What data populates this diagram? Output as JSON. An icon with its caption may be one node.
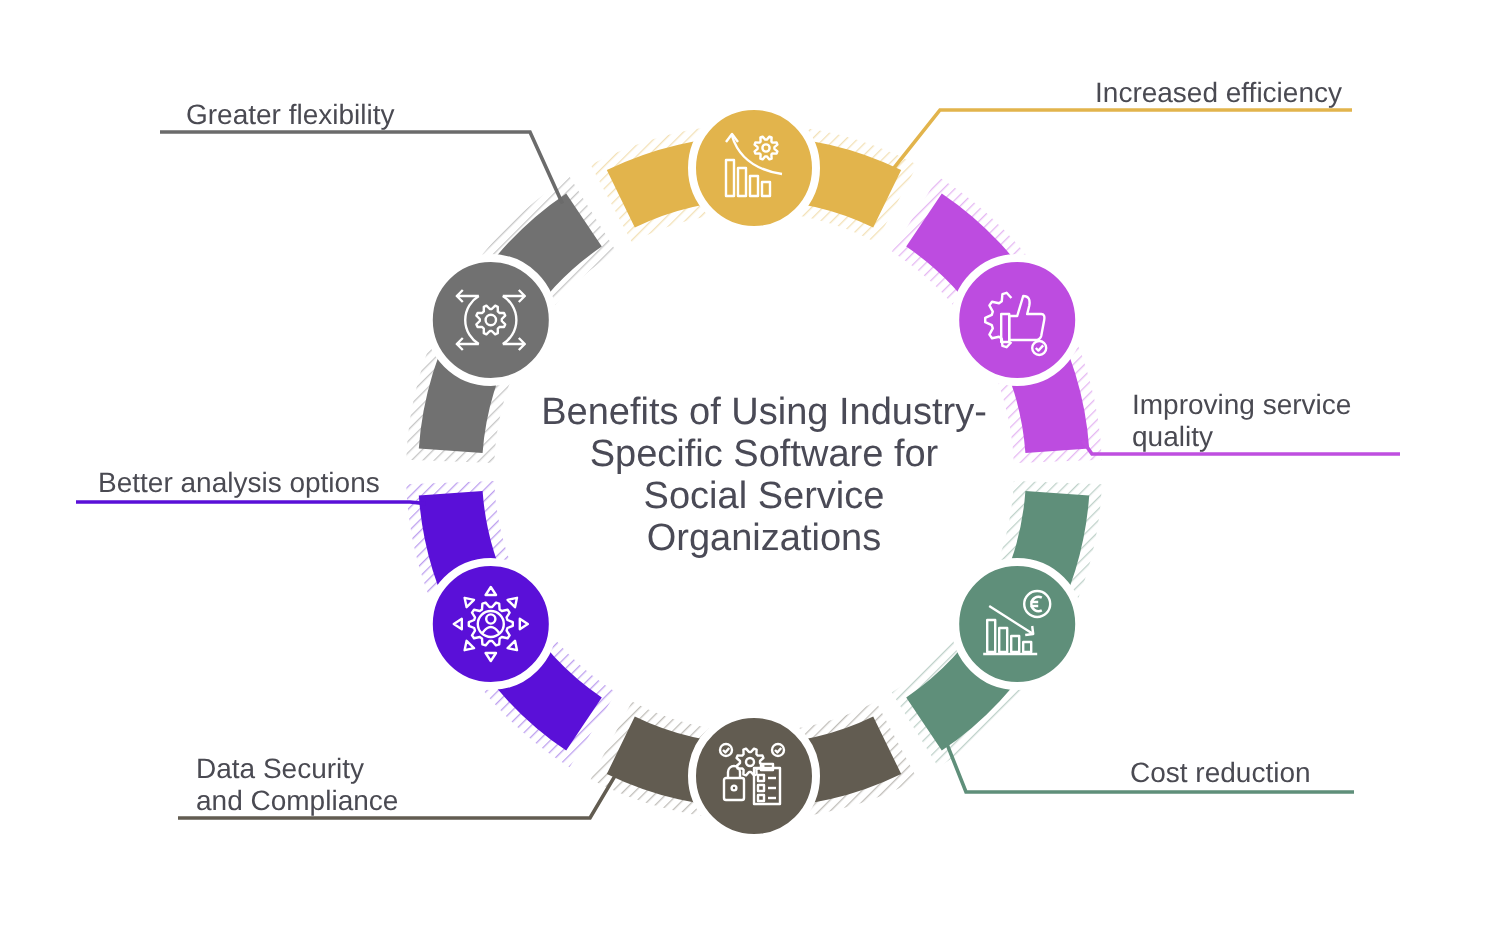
{
  "diagram": {
    "title": "Benefits of Using Industry-Specific Software for Social Service Organizations",
    "nodes": [
      {
        "text": [
          "Greater flexibility"
        ]
      },
      {
        "text": [
          "Increased efficiency"
        ]
      },
      {
        "text": [
          "Improving service quality"
        ]
      },
      {
        "text": [
          "Better analysis options"
        ]
      },
      {
        "text": [
          "Cost reduction"
        ]
      },
      {
        "text": [
          "Data Security and Compliance"
        ]
      },
      {
        "text": [],
        "shape": "arc"
      },
      {
        "text": [],
        "shape": "arc"
      },
      {
        "text": [],
        "shape": "arc"
      },
      {
        "text": [],
        "shape": "arc"
      },
      {
        "text": [],
        "shape": "arc"
      },
      {
        "text": [],
        "shape": "arc"
      }
    ],
    "edges": [
      {
        "from": 0,
        "to": 6,
        "arrow": "none",
        "color": "#6b6b6b"
      },
      {
        "from": 1,
        "to": 7,
        "arrow": "none",
        "color": "#e2b44c"
      },
      {
        "from": 2,
        "to": 8,
        "arrow": "none",
        "color": "#bf4fe0"
      },
      {
        "from": 3,
        "to": 9,
        "arrow": "none",
        "color": "#5a10d8"
      },
      {
        "from": 4,
        "to": 10,
        "arrow": "none",
        "color": "#5f8f7a"
      },
      {
        "from": 5,
        "to": 11,
        "arrow": "none",
        "color": "#625c51"
      }
    ]
  }
}
